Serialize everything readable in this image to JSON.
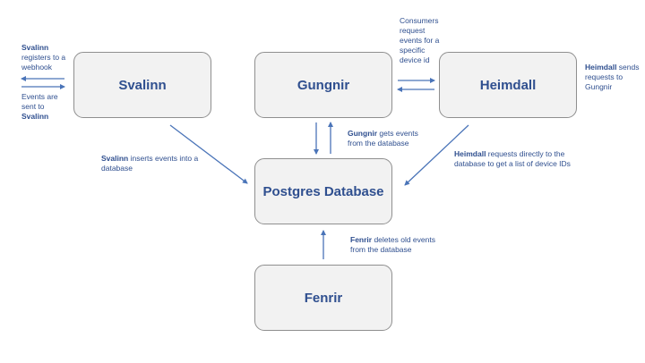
{
  "nodes": {
    "svalinn": "Svalinn",
    "gungnir": "Gungnir",
    "heimdall": "Heimdall",
    "postgres": "Postgres Database",
    "fenrir": "Fenrir"
  },
  "notes": {
    "svalinn_register": {
      "bold": "Svalinn",
      "rest": " registers to a webhook"
    },
    "events_sent": {
      "text": "Events are sent to ",
      "bold": "Svalinn"
    },
    "consumers": {
      "text": "Consumers request events for a specific device id"
    },
    "heimdall_sends": {
      "bold": "Heimdall",
      "rest": " sends requests to Gungnir"
    },
    "svalinn_inserts": {
      "bold": "Svalinn",
      "rest": " inserts events into a database"
    },
    "gungnir_gets": {
      "bold": "Gungnir",
      "rest": " gets events from the database"
    },
    "heimdall_requests": {
      "bold": "Heimdall",
      "rest": " requests directly to the database to get a list of device IDs"
    },
    "fenrir_deletes": {
      "bold": "Fenrir",
      "rest": " deletes old events from the database"
    }
  },
  "colors": {
    "box_fill": "#f2f2f2",
    "box_border": "#8f8f8f",
    "text": "#2f4f8f",
    "arrow": "#4a74b8"
  }
}
